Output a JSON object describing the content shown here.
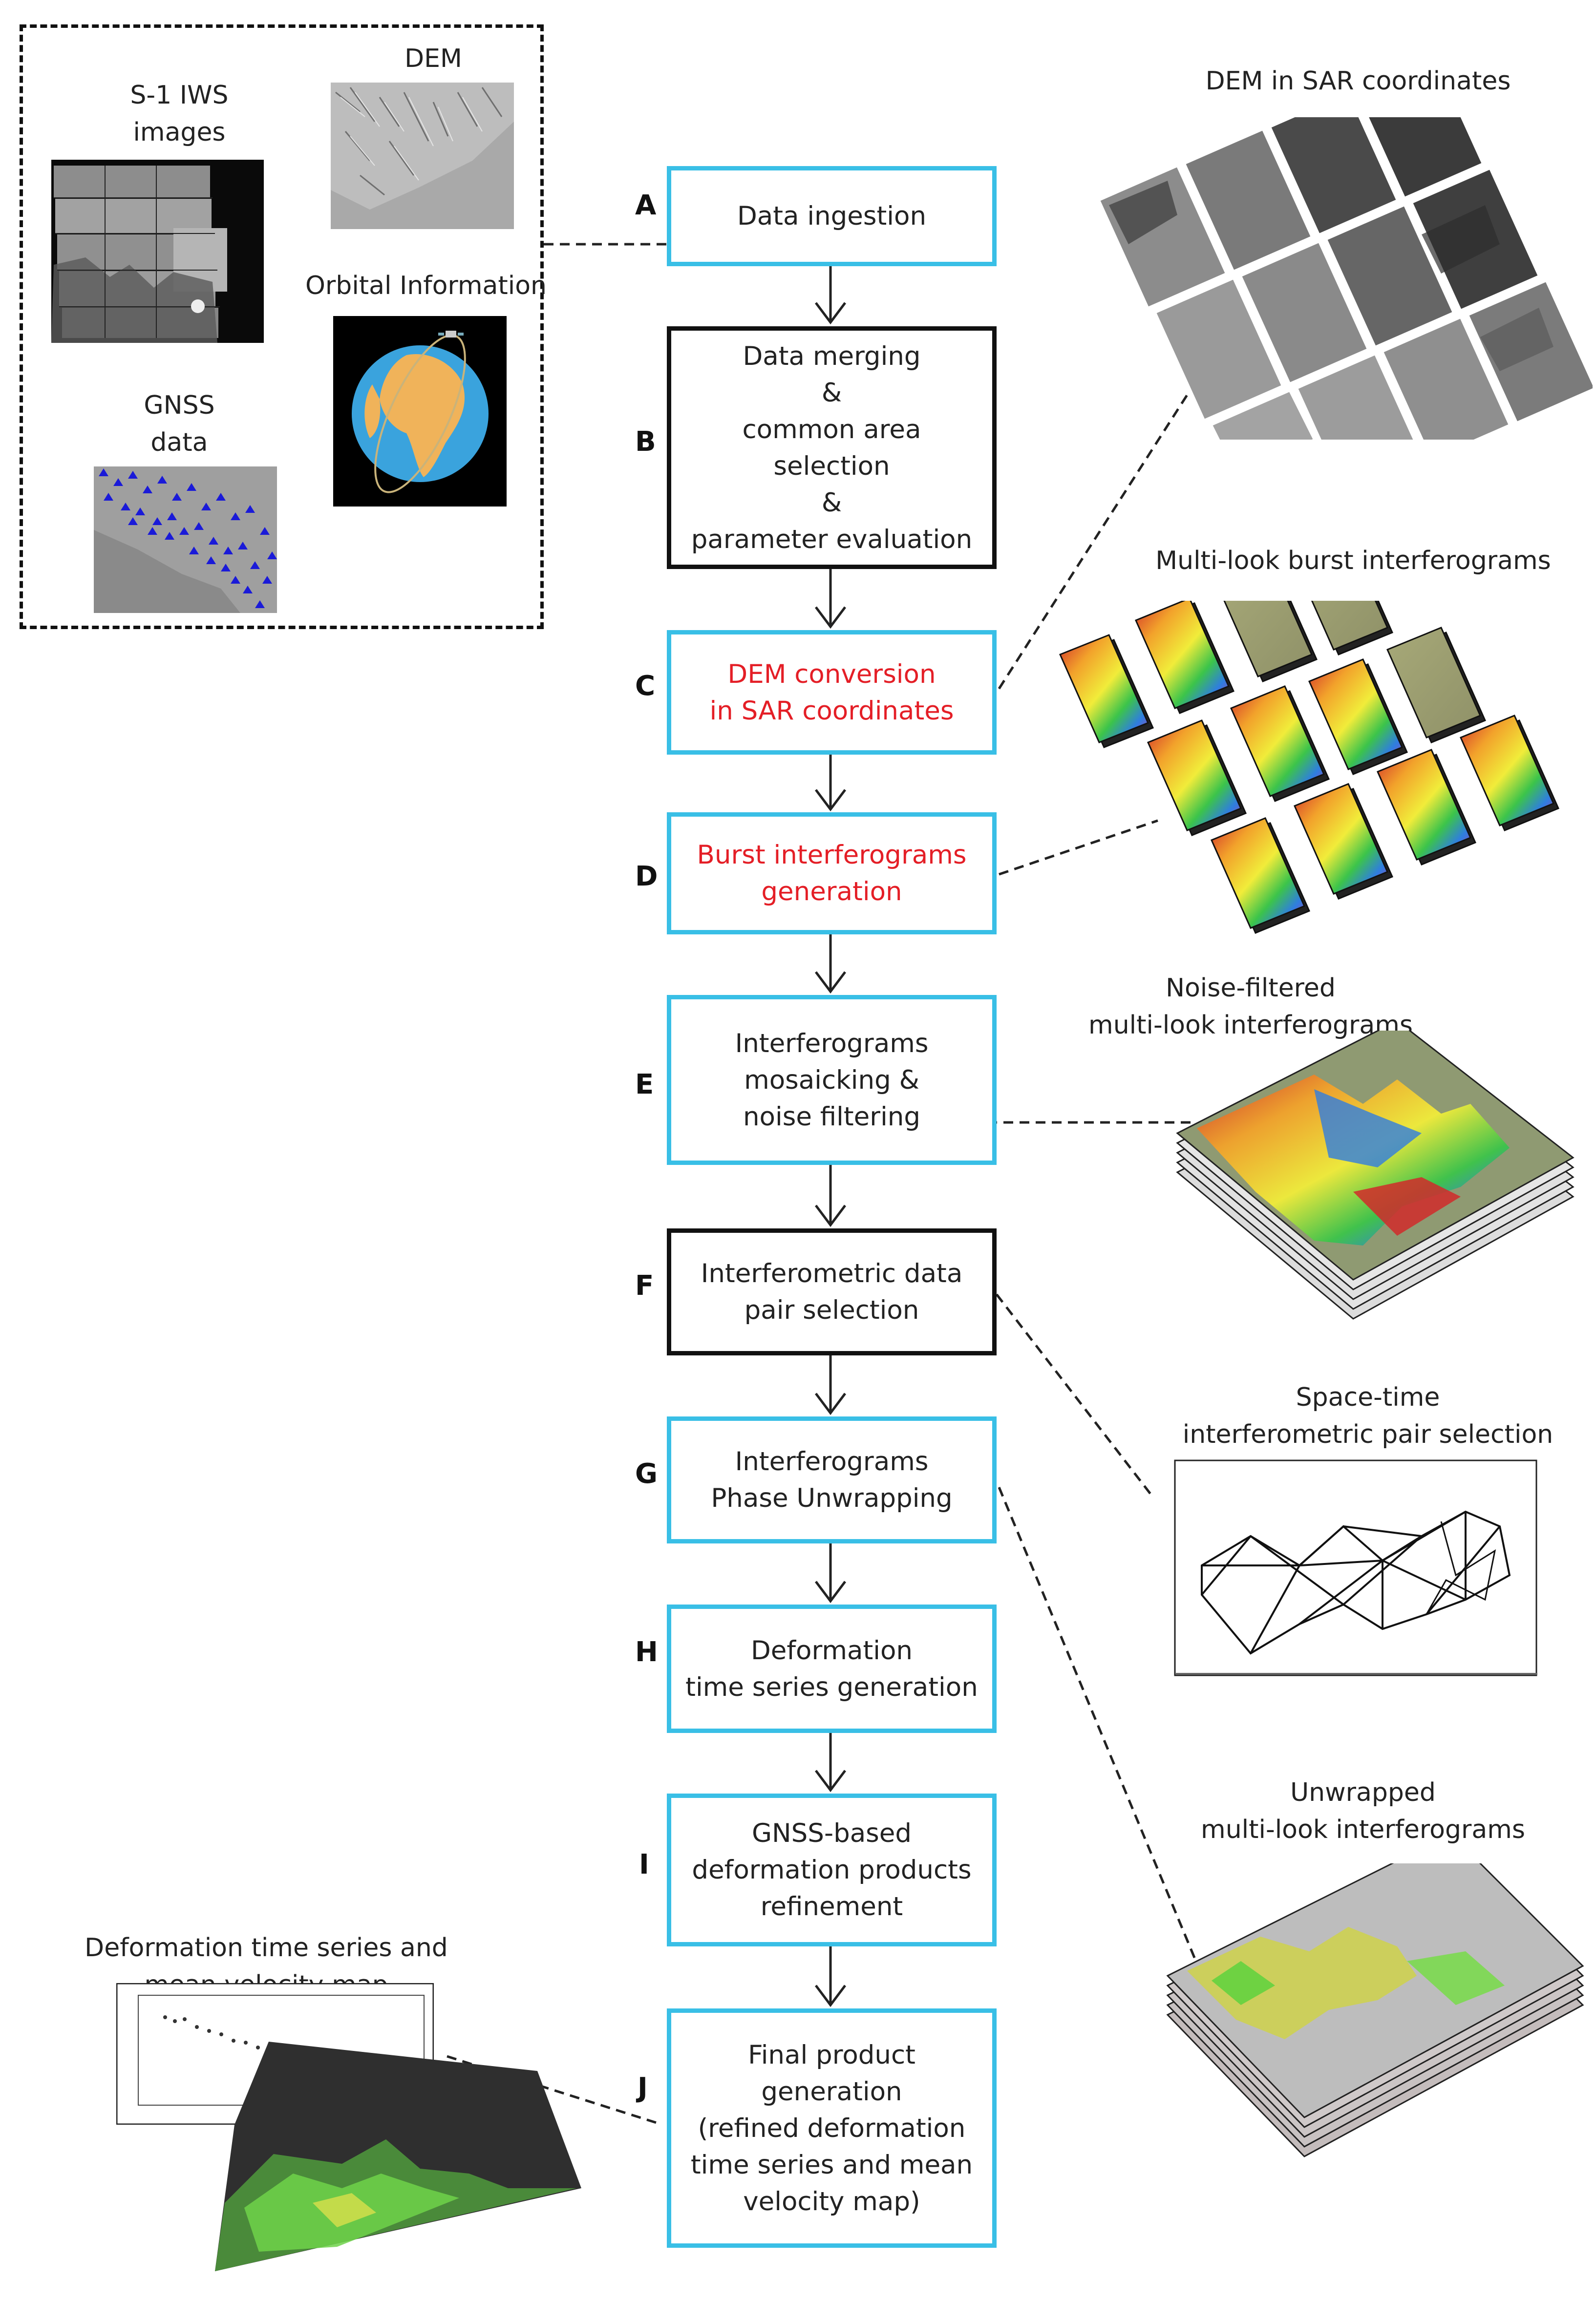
{
  "inputs": {
    "s1_label": "S-1 IWS\nimages",
    "dem_label": "DEM",
    "orbital_label": "Orbital Information",
    "gnss_label": "GNSS\ndata"
  },
  "steps": [
    {
      "letter": "A",
      "text": "Data ingestion",
      "border": "#39bfe6",
      "color": "#222222"
    },
    {
      "letter": "B",
      "text": "Data merging\n&\ncommon area\nselection\n&\nparameter evaluation",
      "border": "#111111",
      "color": "#222222"
    },
    {
      "letter": "C",
      "text": "DEM conversion\nin SAR coordinates",
      "border": "#39bfe6",
      "color": "#e41e26"
    },
    {
      "letter": "D",
      "text": "Burst interferograms\ngeneration",
      "border": "#39bfe6",
      "color": "#e41e26"
    },
    {
      "letter": "E",
      "text": "Interferograms\nmosaicking &\nnoise filtering",
      "border": "#39bfe6",
      "color": "#222222"
    },
    {
      "letter": "F",
      "text": "Interferometric data\npair selection",
      "border": "#111111",
      "color": "#222222"
    },
    {
      "letter": "G",
      "text": "Interferograms\nPhase Unwrapping",
      "border": "#39bfe6",
      "color": "#222222"
    },
    {
      "letter": "H",
      "text": "Deformation\ntime series generation",
      "border": "#39bfe6",
      "color": "#222222"
    },
    {
      "letter": "I",
      "text": "GNSS-based\ndeformation products\nrefinement",
      "border": "#39bfe6",
      "color": "#222222"
    },
    {
      "letter": "J",
      "text": "Final product\ngeneration\n(refined deformation\ntime series and mean\nvelocity map)",
      "border": "#39bfe6",
      "color": "#222222"
    }
  ],
  "outputs": {
    "dem_sar": "DEM in SAR coordinates",
    "burst_ifg": "Multi-look burst interferograms",
    "noise_filtered": "Noise-filtered\nmulti-look interferograms",
    "space_time": "Space-time\ninterferometric pair selection",
    "unwrapped": "Unwrapped\nmulti-look interferograms",
    "deformation": "Deformation time series and\nmean velocity map"
  },
  "colors": {
    "cyan_border": "#39bfe6",
    "red_text": "#e41e26",
    "ocean": "#3aa3dd",
    "land": "#f0b35a"
  }
}
